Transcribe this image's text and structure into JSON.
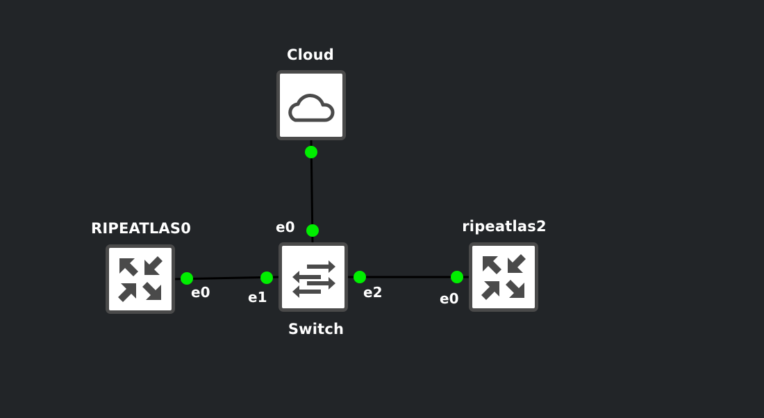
{
  "colors": {
    "background": "#222528",
    "link": "#000000",
    "port": "#00ee00",
    "node_border": "#4a4a4a",
    "icon": "#4a4a4a",
    "label": "#ffffff"
  },
  "nodes": {
    "cloud": {
      "label": "Cloud",
      "icon": "cloud-icon",
      "ports": {
        "e0": ""
      }
    },
    "switch": {
      "label": "Switch",
      "icon": "switch-arrows-icon",
      "ports": {
        "e0": "e0",
        "e1": "e1",
        "e2": "e2"
      }
    },
    "ripeatlas0": {
      "label": "RIPEATLAS0",
      "icon": "vpc-arrows-icon",
      "ports": {
        "e0": "e0"
      }
    },
    "ripeatlas2": {
      "label": "ripeatlas2",
      "icon": "vpc-arrows-icon",
      "ports": {
        "e0": "e0"
      }
    }
  },
  "links": [
    {
      "from": "cloud",
      "to": "switch.e0"
    },
    {
      "from": "ripeatlas0.e0",
      "to": "switch.e1"
    },
    {
      "from": "switch.e2",
      "to": "ripeatlas2.e0"
    }
  ]
}
